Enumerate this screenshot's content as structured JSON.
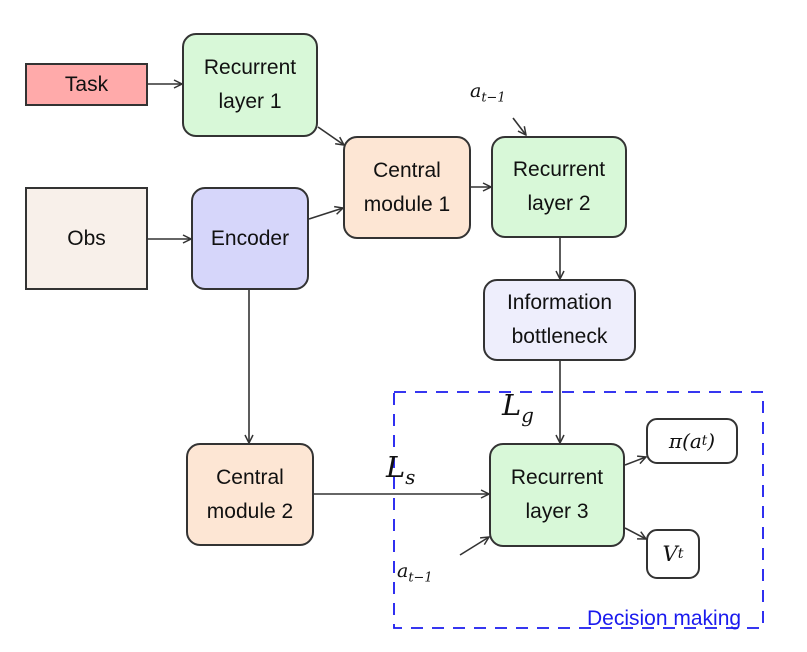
{
  "diagram": {
    "nodes": {
      "task": {
        "label": "Task",
        "fill": "#ffaaaa"
      },
      "obs": {
        "label": "Obs",
        "fill": "#f8f0ea"
      },
      "recurrent1": {
        "label": "Recurrent\nlayer 1",
        "fill": "#d8f8d8"
      },
      "encoder": {
        "label": "Encoder",
        "fill": "#d6d6fa"
      },
      "central1": {
        "label": "Central\nmodule 1",
        "fill": "#fde6d4"
      },
      "recurrent2": {
        "label": "Recurrent\nlayer 2",
        "fill": "#d8f8d8"
      },
      "bottleneck": {
        "label": "Information\nbottleneck",
        "fill": "#eeeefc"
      },
      "central2": {
        "label": "Central\nmodule 2",
        "fill": "#fde6d4"
      },
      "recurrent3": {
        "label": "Recurrent\nlayer 3",
        "fill": "#d8f8d8"
      },
      "policy": {
        "label": "π(a",
        "sub": "t",
        "suffix": ")",
        "fill": "#ffffff"
      },
      "value": {
        "label": "V",
        "sub": "t",
        "fill": "#ffffff"
      }
    },
    "labels": {
      "prev_action_top": {
        "base": "a",
        "sub": "t−1"
      },
      "prev_action_bottom": {
        "base": "a",
        "sub": "t−1"
      },
      "loss_g": {
        "base": "L",
        "sub": "g"
      },
      "loss_s": {
        "base": "L",
        "sub": "s"
      }
    },
    "edges": [
      {
        "from": "task",
        "to": "recurrent1"
      },
      {
        "from": "obs",
        "to": "encoder"
      },
      {
        "from": "recurrent1",
        "to": "central1"
      },
      {
        "from": "encoder",
        "to": "central1"
      },
      {
        "from": "central1",
        "to": "recurrent2"
      },
      {
        "from": "prev_action_top",
        "to": "recurrent2"
      },
      {
        "from": "recurrent2",
        "to": "bottleneck"
      },
      {
        "from": "bottleneck",
        "to": "recurrent3"
      },
      {
        "from": "encoder",
        "to": "central2"
      },
      {
        "from": "central2",
        "to": "recurrent3"
      },
      {
        "from": "prev_action_bottom",
        "to": "recurrent3"
      },
      {
        "from": "recurrent3",
        "to": "policy"
      },
      {
        "from": "recurrent3",
        "to": "value"
      }
    ],
    "group": {
      "label": "Decision making",
      "color": "#1a1aee"
    },
    "edge_color": "#333333"
  }
}
